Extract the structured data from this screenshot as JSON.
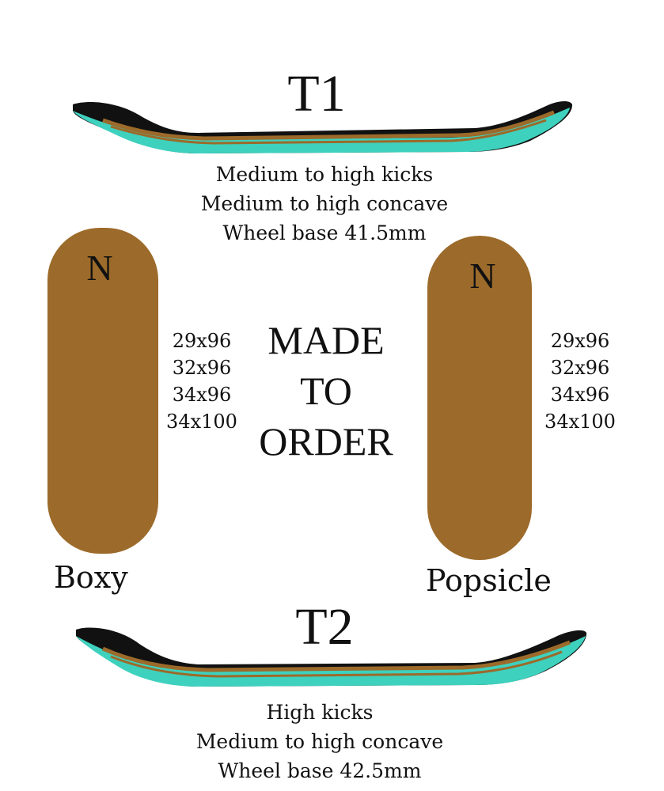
{
  "top_profile": {
    "title": "T1",
    "description": [
      "Medium to high kicks",
      "Medium to high concave",
      "Wheel base 41.5mm"
    ]
  },
  "bottom_profile": {
    "title": "T2",
    "description": [
      "High kicks",
      "Medium to high concave",
      "Wheel base 42.5mm"
    ]
  },
  "left_shape": {
    "letter": "N",
    "name": "Boxy",
    "sizes": [
      "29x96",
      "32x96",
      "34x96",
      "34x100"
    ]
  },
  "right_shape": {
    "letter": "N",
    "name": "Popsicle",
    "sizes": [
      "29x96",
      "32x96",
      "34x96",
      "34x100"
    ]
  },
  "center": {
    "lines": [
      "MADE",
      "TO",
      "ORDER"
    ]
  },
  "colors": {
    "wood": "#9c6a2a",
    "teal": "#3ed1be",
    "black": "#111111"
  }
}
